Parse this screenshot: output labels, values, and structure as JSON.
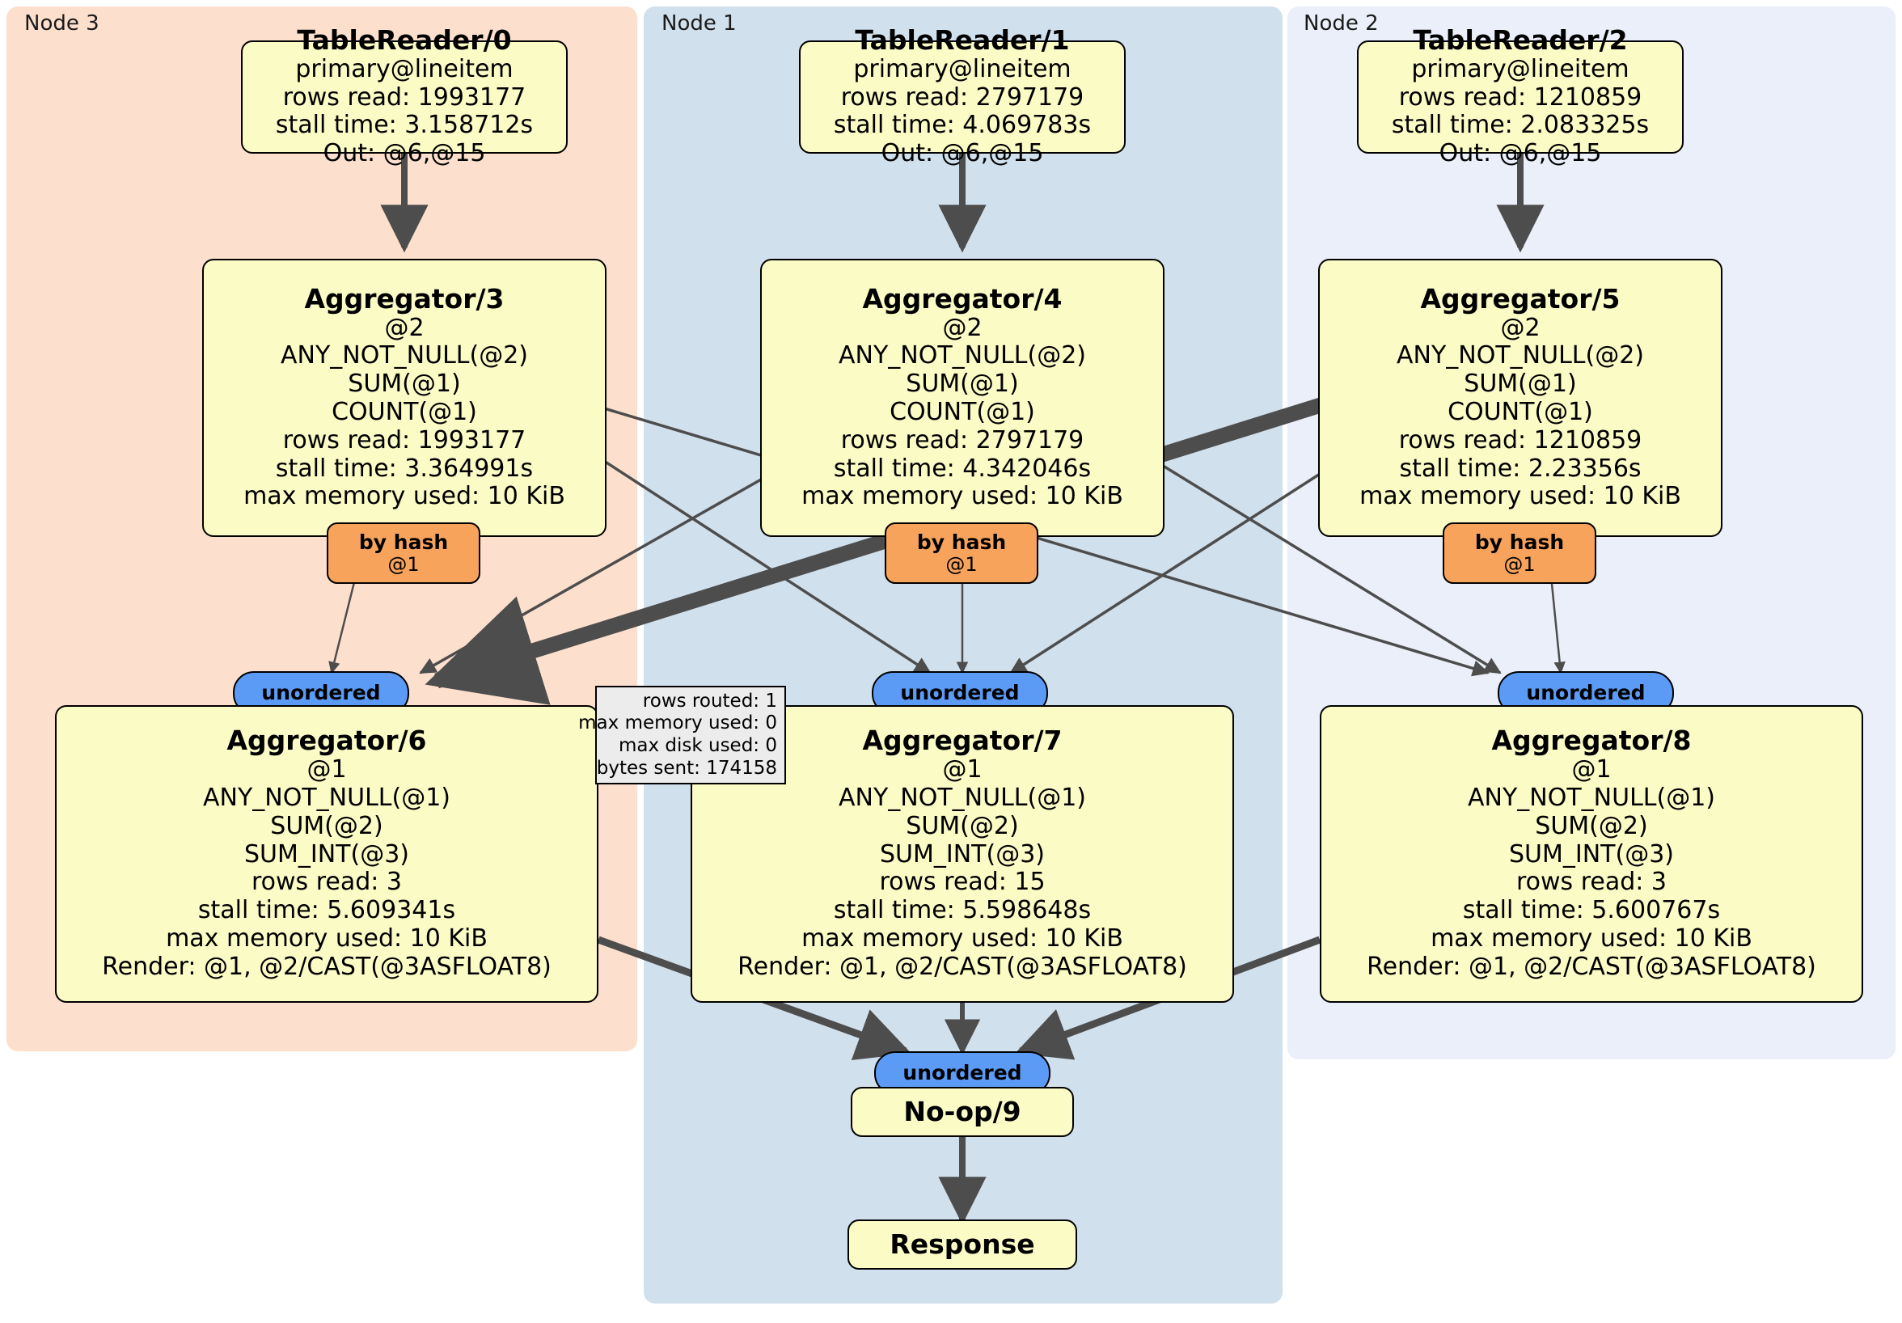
{
  "colors": {
    "node3_bg": "#fce0cd",
    "node1_bg": "#d1e0ed",
    "node2_bg": "#eaeff9",
    "box_fill": "#fbfbc6",
    "hash_fill": "#f7a35c",
    "unordered_fill": "#5b9bf6",
    "statbox_fill": "#ececec",
    "edge_stroke": "#4d4d4d",
    "border": "#000000"
  },
  "clusters": [
    {
      "id": "node3",
      "label": "Node 3"
    },
    {
      "id": "node1",
      "label": "Node 1"
    },
    {
      "id": "node2",
      "label": "Node 2"
    }
  ],
  "nodes": {
    "tablereader0": {
      "title": "TableReader/0",
      "lines": [
        "primary@lineitem",
        "rows read: 1993177",
        "stall time: 3.158712s",
        "Out: @6,@15"
      ]
    },
    "tablereader1": {
      "title": "TableReader/1",
      "lines": [
        "primary@lineitem",
        "rows read: 2797179",
        "stall time: 4.069783s",
        "Out: @6,@15"
      ]
    },
    "tablereader2": {
      "title": "TableReader/2",
      "lines": [
        "primary@lineitem",
        "rows read: 1210859",
        "stall time: 2.083325s",
        "Out: @6,@15"
      ]
    },
    "aggregator3": {
      "title": "Aggregator/3",
      "lines": [
        "@2",
        "ANY_NOT_NULL(@2)",
        "SUM(@1)",
        "COUNT(@1)",
        "rows read: 1993177",
        "stall time: 3.364991s",
        "max memory used: 10 KiB"
      ]
    },
    "aggregator4": {
      "title": "Aggregator/4",
      "lines": [
        "@2",
        "ANY_NOT_NULL(@2)",
        "SUM(@1)",
        "COUNT(@1)",
        "rows read: 2797179",
        "stall time: 4.342046s",
        "max memory used: 10 KiB"
      ]
    },
    "aggregator5": {
      "title": "Aggregator/5",
      "lines": [
        "@2",
        "ANY_NOT_NULL(@2)",
        "SUM(@1)",
        "COUNT(@1)",
        "rows read: 1210859",
        "stall time: 2.23356s",
        "max memory used: 10 KiB"
      ]
    },
    "aggregator6": {
      "title": "Aggregator/6",
      "lines": [
        "@1",
        "ANY_NOT_NULL(@1)",
        "SUM(@2)",
        "SUM_INT(@3)",
        "rows read: 3",
        "stall time: 5.609341s",
        "max memory used: 10 KiB",
        "Render: @1, @2/CAST(@3ASFLOAT8)"
      ]
    },
    "aggregator7": {
      "title": "Aggregator/7",
      "lines": [
        "@1",
        "ANY_NOT_NULL(@1)",
        "SUM(@2)",
        "SUM_INT(@3)",
        "rows read: 15",
        "stall time: 5.598648s",
        "max memory used: 10 KiB",
        "Render: @1, @2/CAST(@3ASFLOAT8)"
      ]
    },
    "aggregator8": {
      "title": "Aggregator/8",
      "lines": [
        "@1",
        "ANY_NOT_NULL(@1)",
        "SUM(@2)",
        "SUM_INT(@3)",
        "rows read: 3",
        "stall time: 5.600767s",
        "max memory used: 10 KiB",
        "Render: @1, @2/CAST(@3ASFLOAT8)"
      ]
    },
    "noop9": {
      "title": "No-op/9",
      "lines": []
    },
    "response": {
      "title": "Response",
      "lines": []
    }
  },
  "routers": {
    "byhash_a": {
      "title": "by hash",
      "sub": "@1"
    },
    "byhash_b": {
      "title": "by hash",
      "sub": "@1"
    },
    "byhash_c": {
      "title": "by hash",
      "sub": "@1"
    }
  },
  "synchronizers": {
    "unordered_left": {
      "label": "unordered"
    },
    "unordered_middle": {
      "label": "unordered"
    },
    "unordered_right": {
      "label": "unordered"
    },
    "unordered_final": {
      "label": "unordered"
    }
  },
  "stream_stats": {
    "lines": [
      "rows routed: 1",
      "max memory used: 0",
      "max disk used: 0",
      "bytes sent: 174158"
    ]
  }
}
